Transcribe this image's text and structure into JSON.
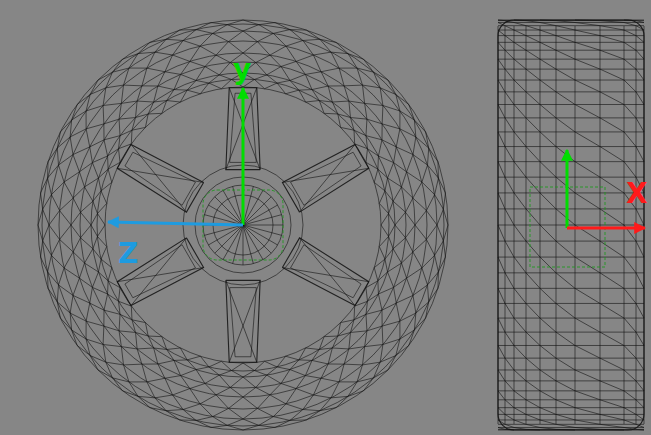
{
  "diagram": {
    "labels": [
      "y",
      "Z",
      "X"
    ]
  }
}
